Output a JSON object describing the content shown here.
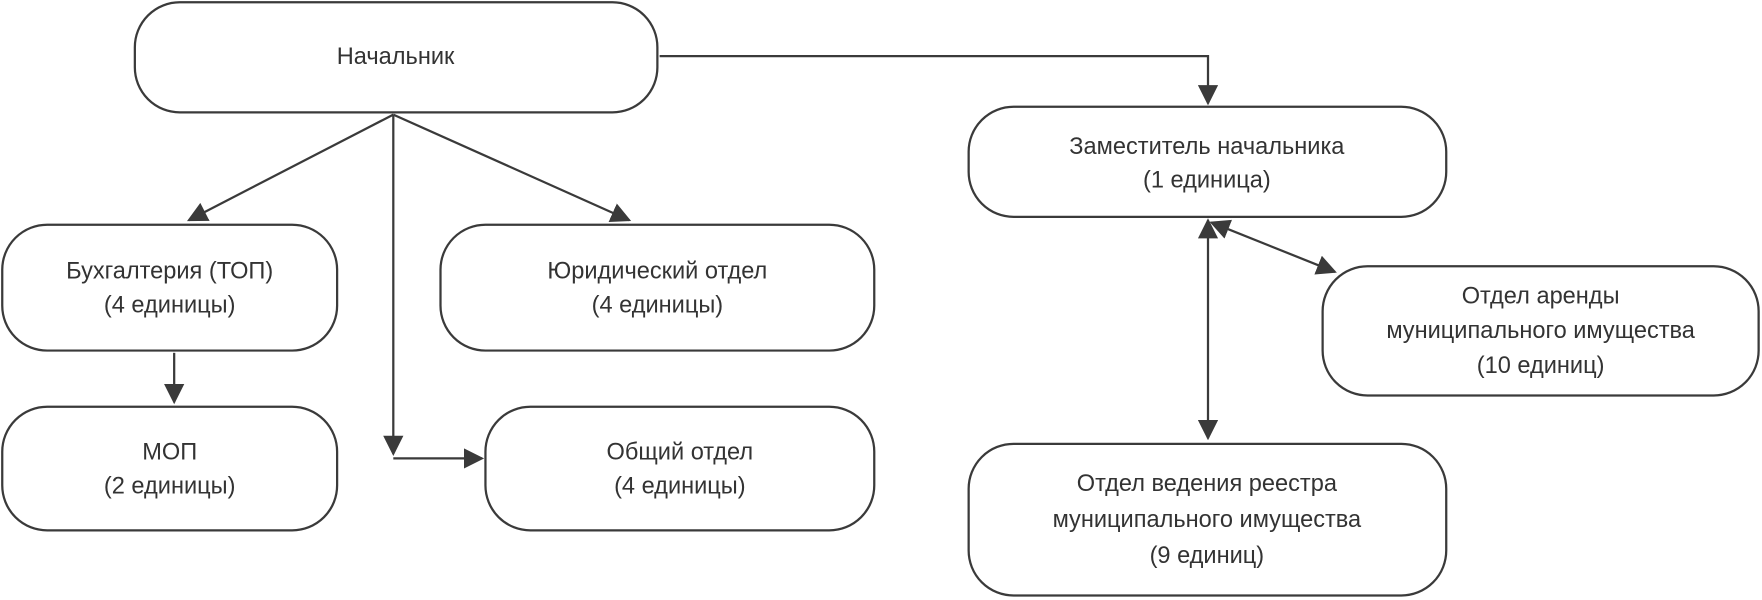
{
  "nodes": {
    "chief": {
      "lines": [
        "Начальник"
      ]
    },
    "deputy": {
      "lines": [
        "Заместитель начальника",
        "(1 единица)"
      ]
    },
    "accounting": {
      "lines": [
        "Бухгалтерия (ТОП)",
        "(4 единицы)"
      ]
    },
    "legal": {
      "lines": [
        "Юридический отдел",
        "(4 единицы)"
      ]
    },
    "rent": {
      "lines": [
        "Отдел аренды",
        "муниципального имущества",
        "(10 единиц)"
      ]
    },
    "mop": {
      "lines": [
        "МОП",
        "(2 единицы)"
      ]
    },
    "general": {
      "lines": [
        "Общий отдел",
        "(4 единицы)"
      ]
    },
    "registry": {
      "lines": [
        "Отдел ведения реестра",
        "муниципального имущества",
        "(9 единиц)"
      ]
    }
  }
}
